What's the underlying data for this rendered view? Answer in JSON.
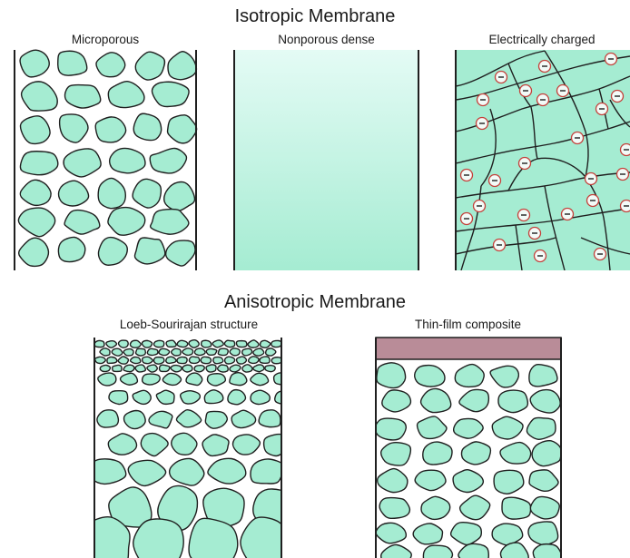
{
  "titles": {
    "isotropic": "Isotropic Membrane",
    "anisotropic": "Anisotropic Membrane"
  },
  "panels": {
    "microporous": "Microporous",
    "nonporous_dense": "Nonporous dense",
    "electrically_charged": "Electrically charged",
    "loeb_sourirajan": "Loeb-Sourirajan structure",
    "thin_film_composite": "Thin-film composite"
  },
  "colors": {
    "particle_fill": "#a5ecd2",
    "outline": "#1f1f1f",
    "dense_gradient_top": "#e4fbf5",
    "dense_gradient_bottom": "#a5ecd2",
    "thin_film_layer": "#b98c98",
    "charge_ring": "#c4403a"
  },
  "charge_symbol": "−"
}
